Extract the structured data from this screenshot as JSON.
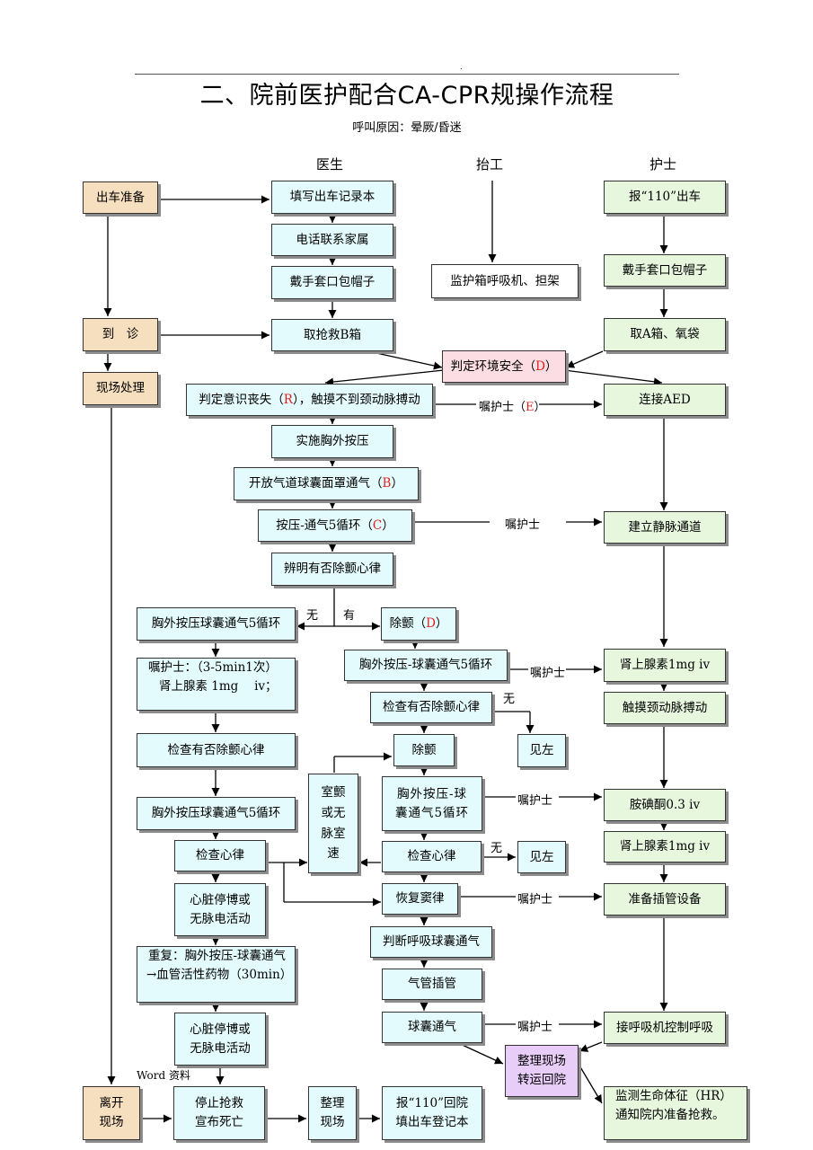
{
  "header_mark": ".",
  "title": "二、院前医护配合CA-CPR规操作流程",
  "subtitle": "呼叫原因：晕厥/昏迷",
  "columns": {
    "doctor": "医生",
    "porter": "抬工",
    "nurse": "护士"
  },
  "boxes": {
    "prep": "出车准备",
    "arrive": "到　诊",
    "scene": "现场处理",
    "leave_1": "离开",
    "leave_2": "现场",
    "d_record": "填写出车记录本",
    "d_call": "电话联系家属",
    "d_gloves": "戴手套口包帽子",
    "d_boxb": "取抢救B箱",
    "p_monitor": "监护箱呼吸机、担架",
    "n_report": "报“110”出车",
    "n_gloves": "戴手套口包帽子",
    "n_boxa": "取A箱、氧袋",
    "safe_text": "判定环境安全（",
    "safe_code": "D",
    "safe_end": "）",
    "judge_text": "判定意识丧失（",
    "judge_code": "R",
    "judge_end": "），触摸不到颈动脉搏动",
    "aed": "连接AED",
    "compress": "实施胸外按压",
    "airway_text": "开放气道球囊面罩通气（",
    "airway_code": "B",
    "airway_end": "）",
    "cycle_text": "按压-通气5循环（",
    "cycle_code": "C",
    "cycle_end": "）",
    "iv": "建立静脉通道",
    "identify": "辨明有否除颤心律",
    "left_cycle": "胸外按压球囊通气5循环",
    "defib_text": "除颤（",
    "defib_code": "D",
    "defib_end": "）",
    "mid_cycle": "胸外按压-球囊通气5循环",
    "epi_1": "肾上腺素1mg iv",
    "instruct_1": "嘱护士：（3-5min1次）",
    "instruct_2": "肾上腺素 1mg　 iv；",
    "check_defib_mid": "检查有否除颤心律",
    "pulse": "触摸颈动脉搏动",
    "check_defib_left": "检查有否除颤心律",
    "defib2": "除颤",
    "see_left_1": "见左",
    "vf_1": "室颤",
    "vf_2": "或无",
    "vf_3": "脉室",
    "vf_4": "速",
    "mid_cycle2_1": "胸外按压-球",
    "mid_cycle2_2": "囊通气5循环",
    "left_cycle2": "胸外按压球囊通气5循环",
    "amio": "胺碘酮0.3 iv",
    "check_rhythm_left": "检查心律",
    "check_rhythm_mid": "检查心律",
    "see_left_2": "见左",
    "epi_2": "肾上腺素1mg iv",
    "asys_1_a": "心脏停博或",
    "asys_1_b": "无脉电活动",
    "sinus": "恢复窦律",
    "intub_prep": "准备插管设备",
    "repeat_1": "重复：胸外按压-球囊通气",
    "repeat_2": "→血管活性药物（30min）",
    "judge_breath": "判断呼吸球囊通气",
    "trach": "气管插管",
    "asys_2_a": "心脏停博或",
    "asys_2_b": "无脉电活动",
    "bag": "球囊通气",
    "ventilator": "接呼吸机控制呼吸",
    "transfer_1": "整理现场",
    "transfer_2": "转运回院",
    "stop_1": "停止抢救",
    "stop_2": "宣布死亡",
    "tidy_1": "整理",
    "tidy_2": "现场",
    "return_1": "报“110”回院",
    "return_2": "填出车登记本",
    "vitals_1": "监测生命体征（HR）",
    "vitals_2": "通知院内准备抢救。"
  },
  "labels": {
    "instruct_e_text": "嘱护士（",
    "instruct_e_code": "E",
    "instruct_e_end": "）",
    "instruct_2": "嘱护士",
    "instruct_3": "嘱护士",
    "instruct_4": "嘱护士",
    "instruct_5": "嘱护士",
    "instruct_6": "嘱护士",
    "none_1": "无",
    "has_1": "有",
    "none_2": "无",
    "none_3": "无",
    "word_mark": "Word 资料"
  },
  "colors": {
    "cyan": "#e4fbfd",
    "green": "#e6f7de",
    "tan": "#f6dfbf",
    "pink": "#fbdde3",
    "purple": "#e7cdf7",
    "red": "#e02020"
  }
}
